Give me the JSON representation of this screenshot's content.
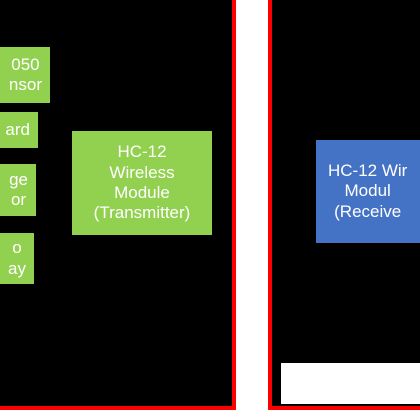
{
  "transmitter": {
    "sensor_label": "050\nnsor",
    "keyboard_label": "ard",
    "voltage_label": "ge\nor",
    "display_label": "o\nay",
    "module_label": "HC-12\nWireless\nModule\n(Transmitter)"
  },
  "receiver": {
    "module_label": "HC-12 Wir\nModul\n(Receive"
  },
  "colors": {
    "panel_bg": "#000000",
    "panel_border": "#ff0000",
    "transmitter_block": "#92d050",
    "receiver_block": "#4472c4",
    "text": "#ffffff"
  }
}
